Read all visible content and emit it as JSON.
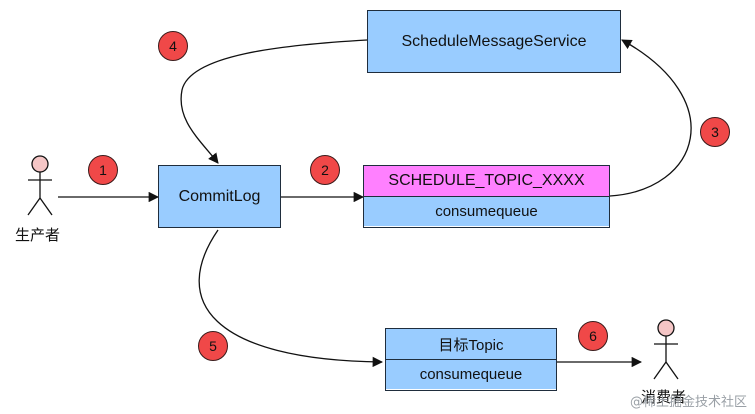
{
  "nodes": {
    "schedule_service": "ScheduleMessageService",
    "commitlog": "CommitLog",
    "schedule_topic": "SCHEDULE_TOPIC_XXXX",
    "schedule_queue": "consumequeue",
    "target_topic": "目标Topic",
    "target_queue": "consumequeue"
  },
  "actors": {
    "producer": "生产者",
    "consumer": "消费者"
  },
  "steps": [
    "1",
    "2",
    "3",
    "4",
    "5",
    "6"
  ],
  "watermark": "@稀土掘金技术社区",
  "colors": {
    "box_fill": "#99ccff",
    "topic_header": "#ff80ff",
    "badge": "#f04848",
    "actor_head": "#f5c6c6"
  }
}
